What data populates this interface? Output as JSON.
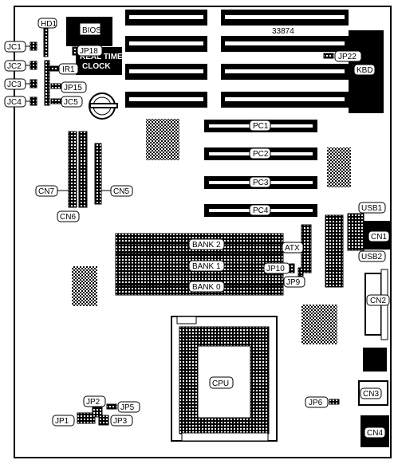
{
  "labels": {
    "hd1": "HD1",
    "bios": "BIOS",
    "jp18": "JP18",
    "rtc_line1": "REAL TIME",
    "rtc_line2": "CLOCK",
    "jc1": "JC1",
    "jc2": "JC2",
    "jc3": "JC3",
    "jc4": "JC4",
    "jc5": "JC5",
    "ir1": "IR1",
    "jp15": "JP15",
    "model": "33874",
    "jp22": "JP22",
    "kbd": "KBD",
    "pc1": "PC1",
    "pc2": "PC2",
    "pc3": "PC3",
    "pc4": "PC4",
    "cn7": "CN7",
    "cn5": "CN5",
    "cn6": "CN6",
    "usb1": "USB1",
    "usb2": "USB2",
    "cn1": "CN1",
    "cn2": "CN2",
    "cn3": "CN3",
    "cn4": "CN4",
    "bank2": "BANK 2",
    "bank1": "BANK 1",
    "bank0": "BANK 0",
    "atx": "ATX",
    "jp10": "JP10",
    "jp9": "JP9",
    "cpu": "CPU",
    "jp2": "JP2",
    "jp5": "JP5",
    "jp1": "JP1",
    "jp3": "JP3",
    "jp6": "JP6"
  }
}
